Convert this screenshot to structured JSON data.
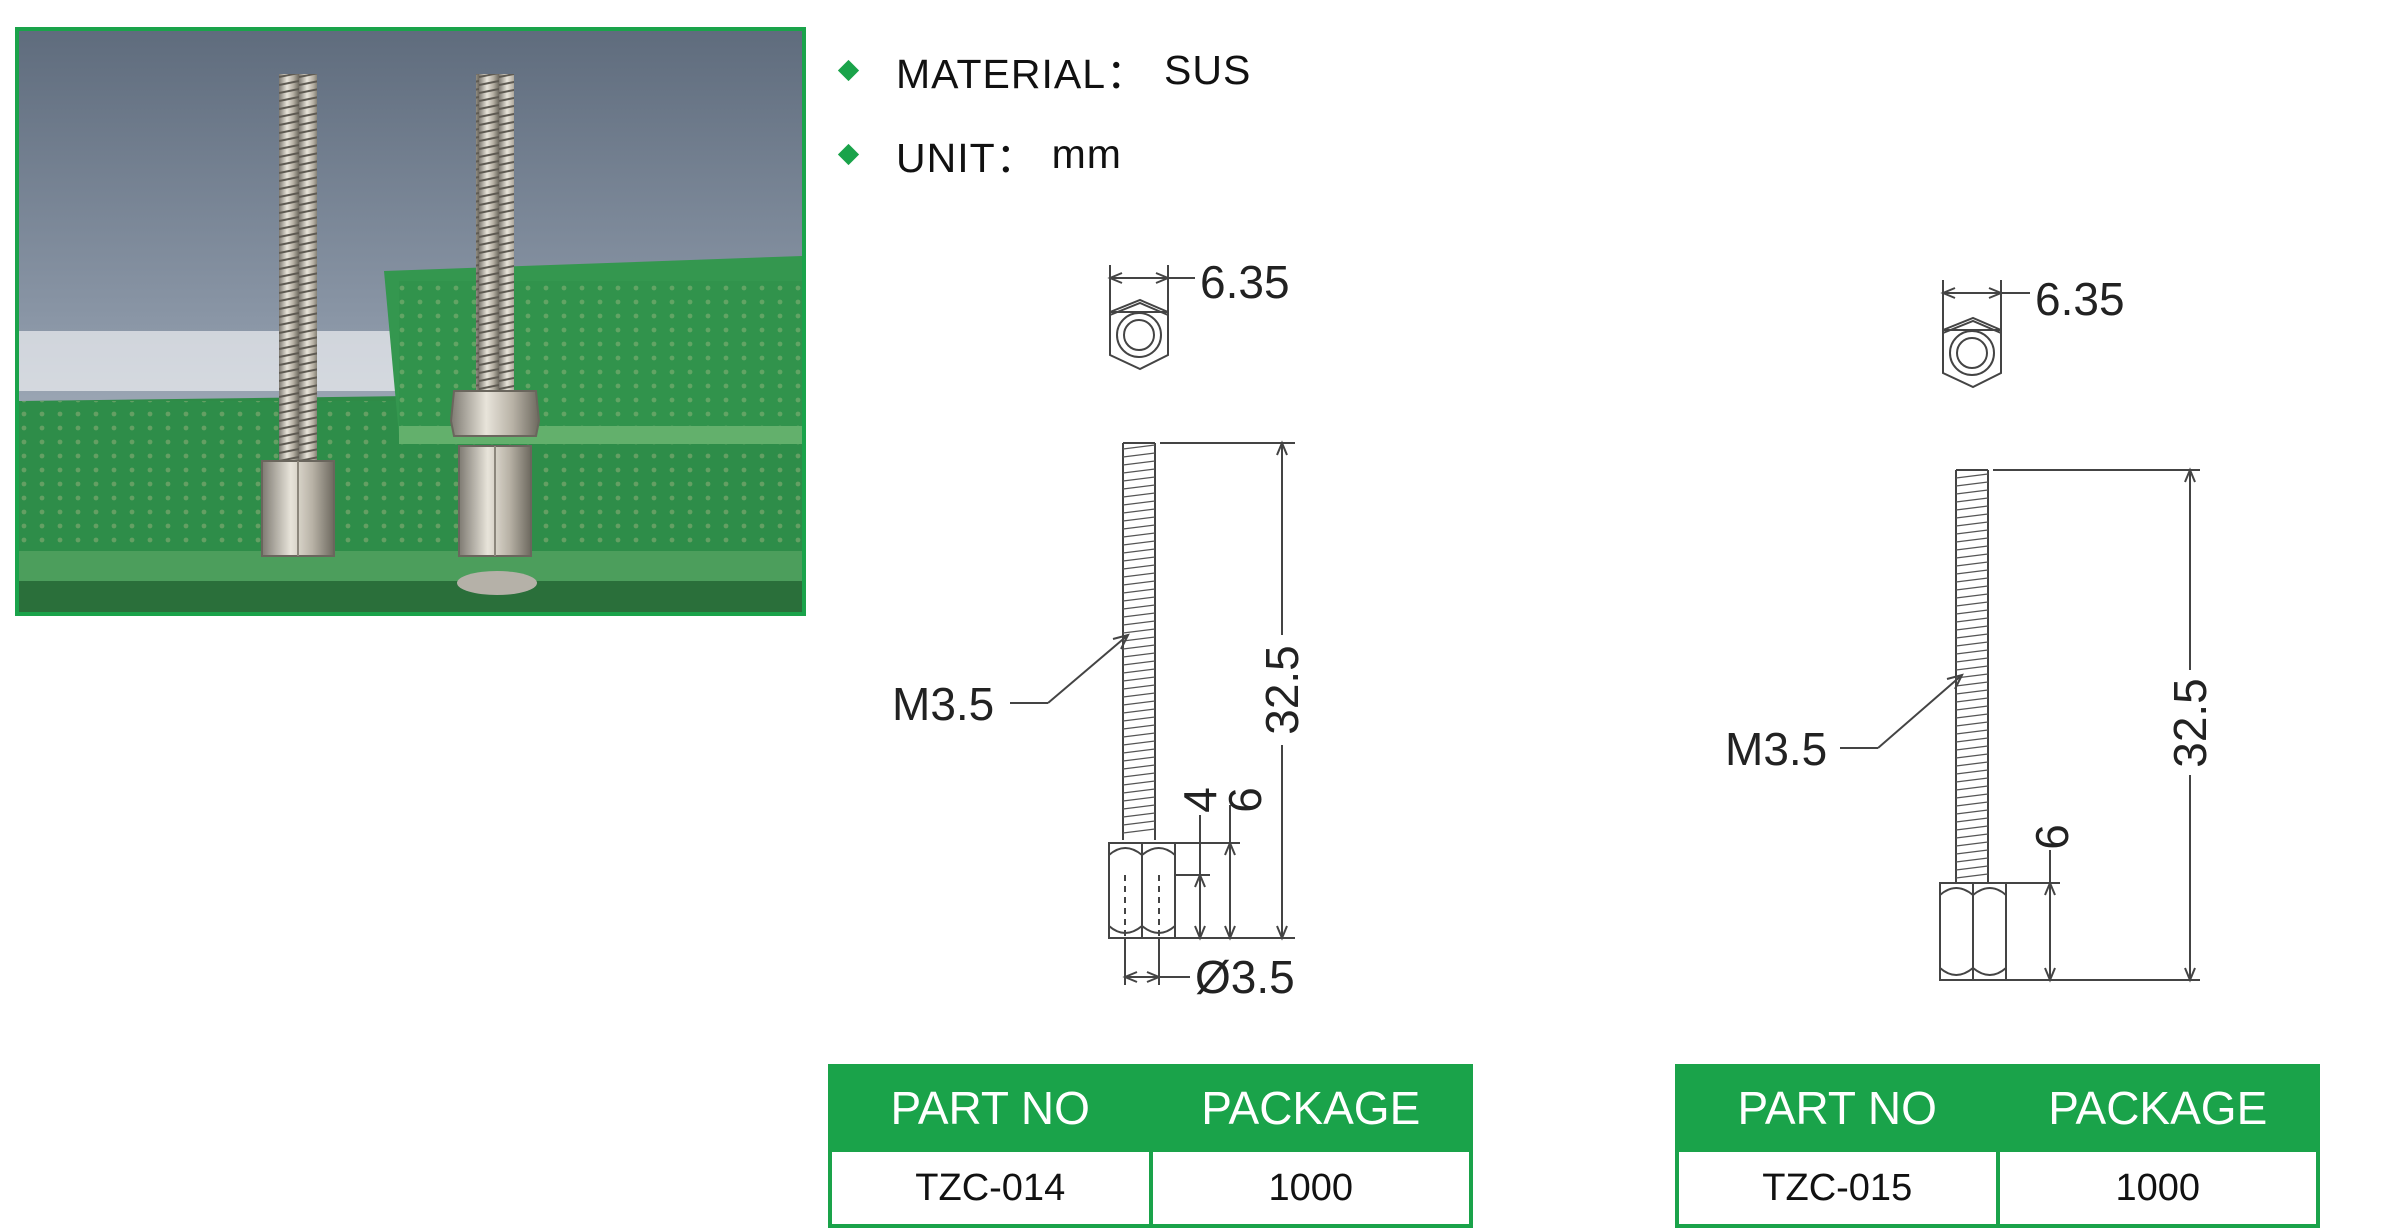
{
  "specs": [
    {
      "label": "MATERIAL：",
      "value": "SUS"
    },
    {
      "label": "UNIT：",
      "value": "mm"
    }
  ],
  "drawings": [
    {
      "hex_width": "6.35",
      "thread": "M3.5",
      "length": "32.5",
      "hex_height": "6",
      "depth": "4",
      "hole_dia": "Ø3.5"
    },
    {
      "hex_width": "6.35",
      "thread": "M3.5",
      "length": "32.5",
      "hex_height": "6"
    }
  ],
  "tables": [
    {
      "header_part": "PART NO",
      "header_package": "PACKAGE",
      "part_no": "TZC-014",
      "package": "1000"
    },
    {
      "header_part": "PART NO",
      "header_package": "PACKAGE",
      "part_no": "TZC-015",
      "package": "1000"
    }
  ],
  "colors": {
    "accent": "#1aa34a"
  }
}
